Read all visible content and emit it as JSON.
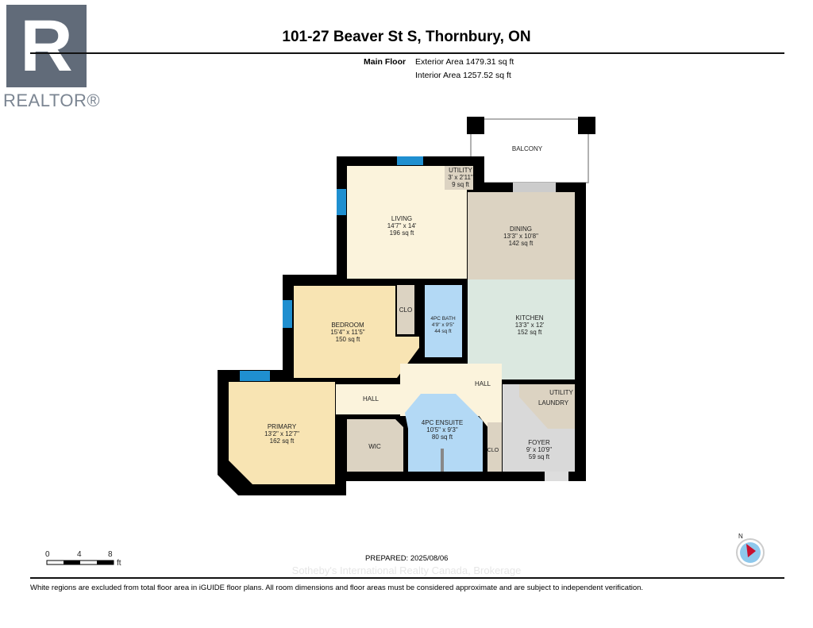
{
  "logo": {
    "mark": "R",
    "text": "REALTOR®",
    "color": "#616b79"
  },
  "title": "101-27 Beaver St S, Thornbury, ON",
  "floor": {
    "name": "Main Floor",
    "exterior_area": "Exterior Area 1479.31 sq ft",
    "interior_area": "Interior Area 1257.52 sq ft"
  },
  "rooms": {
    "balcony": {
      "name": "BALCONY"
    },
    "utility_small": {
      "name": "UTILITY",
      "dims": "3' x 2'11\"",
      "area": "9 sq ft"
    },
    "living": {
      "name": "LIVING",
      "dims": "14'7\" x 14'",
      "area": "196 sq ft"
    },
    "dining": {
      "name": "DINING",
      "dims": "13'3\" x 10'8\"",
      "area": "142 sq ft"
    },
    "bedroom": {
      "name": "BEDROOM",
      "dims": "15'4\" x 11'5\"",
      "area": "150 sq ft"
    },
    "clo1": {
      "name": "CLO"
    },
    "bath": {
      "name": "4PC BATH",
      "dims": "4'9\" x 9'5\"",
      "area": "44 sq ft"
    },
    "kitchen": {
      "name": "KITCHEN",
      "dims": "13'3\" x 12'",
      "area": "152 sq ft"
    },
    "hall_right": {
      "name": "HALL"
    },
    "hall_left": {
      "name": "HALL"
    },
    "utility_laundry": {
      "name": "UTILITY",
      "name2": "LAUNDRY"
    },
    "primary": {
      "name": "PRIMARY",
      "dims": "13'2\" x 12'7\"",
      "area": "162 sq ft"
    },
    "wic": {
      "name": "WIC"
    },
    "ensuite": {
      "name": "4PC ENSUITE",
      "dims": "10'5\" x 9'3\"",
      "area": "80 sq ft"
    },
    "clo2": {
      "name": "CLO"
    },
    "foyer": {
      "name": "FOYER",
      "dims": "9' x 10'9\"",
      "area": "59 sq ft"
    }
  },
  "colors": {
    "wall": "#000000",
    "window": "#1f8fd0",
    "living": "#fbf3dc",
    "dining": "#dcd3c2",
    "kitchen": "#dbe8e0",
    "bedroom": "#f8e4b3",
    "bath": "#b3d9f5",
    "foyer": "#d9d9d9"
  },
  "scale": {
    "ticks": [
      "0",
      "4",
      "8"
    ],
    "unit": "ft"
  },
  "prepared": "PREPARED: 2025/08/06",
  "compass": {
    "label": "N"
  },
  "watermark": "Sotheby's International Realty Canada, Brokerage",
  "disclaimer": "White regions are excluded from total floor area in iGUIDE floor plans. All room dimensions and floor areas must be considered approximate and are subject to independent verification."
}
